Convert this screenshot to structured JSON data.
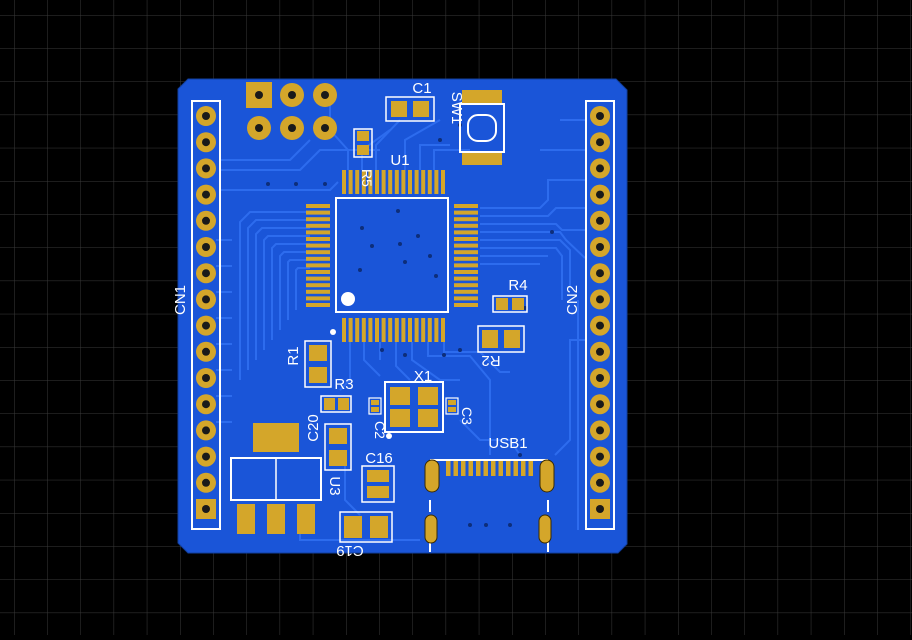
{
  "colors": {
    "background": "#000000",
    "grid": "#3a3a3a",
    "board_fill": "#1a55d8",
    "trace": "#2f6ef0",
    "pad": "#d4a62a",
    "silkscreen": "#ffffff"
  },
  "designators": {
    "cn1": "CN1",
    "cn2": "CN2",
    "u1": "U1",
    "u3": "U3",
    "sw1": "SW1",
    "x1": "X1",
    "usb1": "USB1",
    "c1": "C1",
    "c2": "C2",
    "c3": "C3",
    "c16": "C16",
    "c20": "C20",
    "c19": "C19",
    "r1": "R1",
    "r2": "R2",
    "r3": "R3",
    "r4": "R4",
    "r5": "R5"
  },
  "header_pin_counts": {
    "cn1": 16,
    "cn2": 16
  }
}
